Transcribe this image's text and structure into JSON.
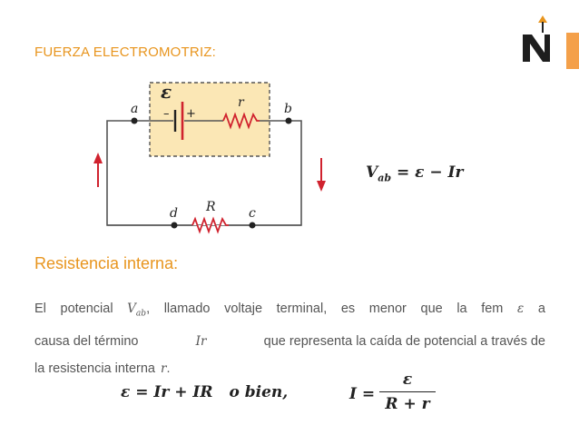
{
  "header": {
    "title": "FUERZA ELECTROMOTRIZ:",
    "accent_color": "#f4a04a",
    "title_color": "#e8951e"
  },
  "logo": {
    "icon": "n-arrow-logo"
  },
  "circuit": {
    "emf_symbol": "ε",
    "minus": "–",
    "plus": "+",
    "node_a": "a",
    "node_b": "b",
    "node_c": "c",
    "node_d": "d",
    "internal_resistor": "r",
    "external_resistor": "R",
    "current_left": "I",
    "current_right": "I",
    "box_fill": "#fbe7b5"
  },
  "equation_main": {
    "lhs_symbol": "V",
    "lhs_sub": "ab",
    "rhs": "= ε − Ir"
  },
  "section": {
    "subtitle": "Resistencia interna:"
  },
  "paragraph": {
    "line1": [
      "El",
      "potencial",
      "",
      "llamado",
      "voltaje",
      "terminal,",
      "es",
      "menor",
      "que",
      "la",
      "fem",
      "ε",
      "a"
    ],
    "vab_symbol": "V",
    "vab_sub": "ab",
    "vab_comma": ",",
    "line2_a": "causa del término",
    "line2_ir": "Ir",
    "line2_b": "que representa la caída de potencial a través de",
    "line3_a": "la resistencia interna",
    "line3_r": "r",
    "line3_b": "."
  },
  "equation_bottom": {
    "left": "ε = Ir + IR",
    "connector": "o bien,",
    "lhs": "I =",
    "numerator": "ε",
    "denominator": "R + r"
  }
}
